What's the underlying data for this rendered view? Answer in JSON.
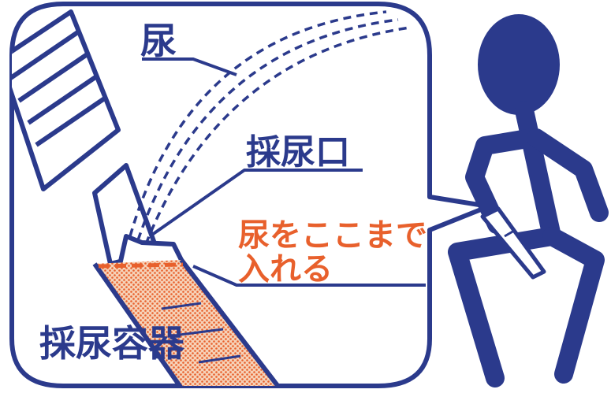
{
  "labels": {
    "urine": "尿",
    "collection_port": "採尿口",
    "fill_line_line1": "尿をここまで",
    "fill_line_line2": "入れる",
    "container": "採尿容器"
  },
  "colors": {
    "navy": "#2b3a8c",
    "orange": "#e8602c",
    "container_fill": "#f2c7a8",
    "background": "#ffffff"
  },
  "icons": {
    "figure": "crouching-person-icon",
    "cup": "urine-collection-cup-icon"
  }
}
